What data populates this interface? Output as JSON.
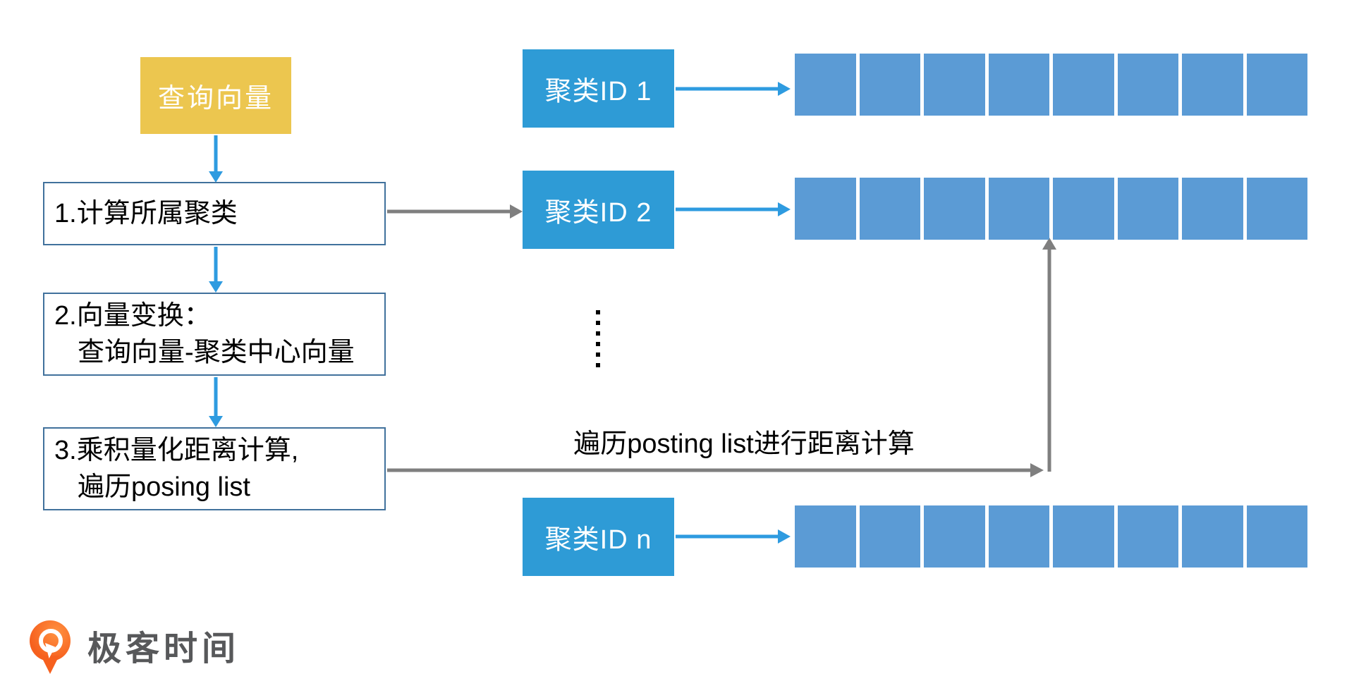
{
  "colors": {
    "query_box_bg": "#ECC64F",
    "cluster_box_bg": "#2E9BD6",
    "segment_bg": "#5B9BD5",
    "step_border": "#41719C",
    "arrow_blue": "#2E9BE0",
    "arrow_gray": "#7F7F7F",
    "logo_orange": "#F6601E",
    "logo_text": "#57585A"
  },
  "flow": {
    "query_box": {
      "label": "查询向量"
    },
    "steps": [
      {
        "lines": [
          "1.计算所属聚类"
        ]
      },
      {
        "lines": [
          "2.向量变换：",
          "查询向量-聚类中心向量"
        ]
      },
      {
        "lines": [
          "3.乘积量化距离计算,",
          "遍历posing list"
        ]
      }
    ]
  },
  "clusters": {
    "rows": [
      {
        "label": "聚类ID 1",
        "segments": 8
      },
      {
        "label": "聚类ID 2",
        "segments": 8
      },
      {
        "label": "聚类ID n",
        "segments": 8
      }
    ],
    "ellipsis_dots": 6
  },
  "annotations": {
    "traverse_label": "遍历posting list进行距离计算"
  },
  "footer": {
    "brand": "极客时间"
  }
}
